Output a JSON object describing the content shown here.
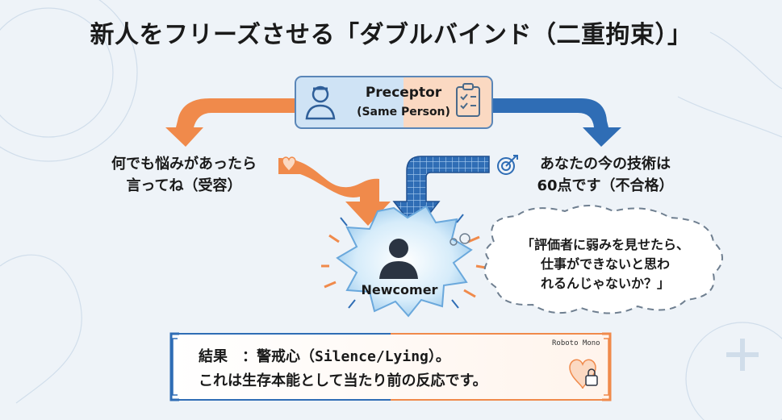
{
  "title": "新人をフリーズさせる「ダブルバインド（二重拘束）」",
  "preceptor": {
    "name": "Preceptor",
    "note": "(Same Person)"
  },
  "left_message": {
    "line1": "何でも悩みがあったら",
    "line2": "言ってね（受容）"
  },
  "right_message": {
    "line1": "あなたの今の技術は",
    "line2": "60点です（不合格）"
  },
  "newcomer": {
    "label": "Newcomer"
  },
  "thought": {
    "line1": "「評価者に弱みを見せたら、",
    "line2": "仕事ができないと思わ",
    "line3": "れるんじゃないか？」"
  },
  "result": {
    "tag": "Roboto Mono",
    "line1": "結果　：警戒心（Silence/Lying）。",
    "line2": "これは生存本能として当たり前の反応です。"
  },
  "colors": {
    "orange": "#f08a4b",
    "blue": "#2f6db5",
    "ice": "#cfe6f7",
    "background": "#eef3f8"
  },
  "icons": [
    "nurse-icon",
    "clipboard-icon",
    "heart-icon",
    "target-icon",
    "person-icon",
    "heart-lock-icon"
  ]
}
